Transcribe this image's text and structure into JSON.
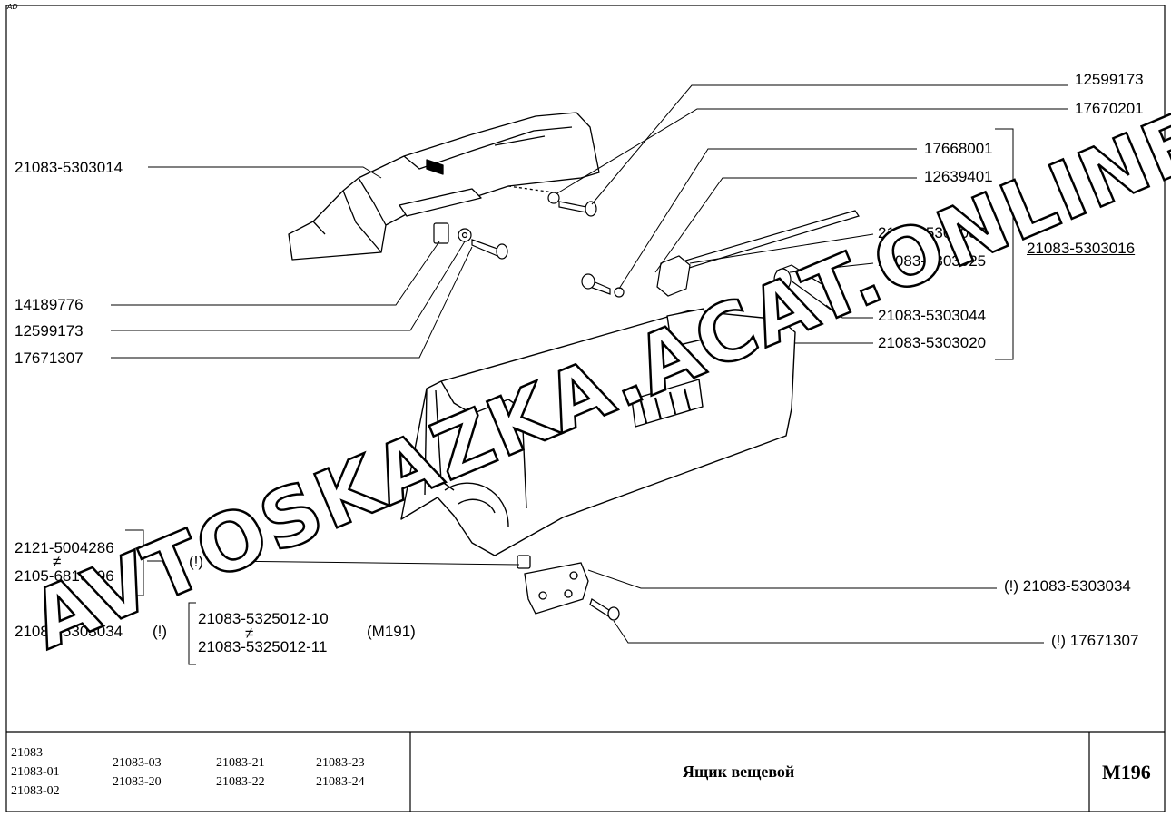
{
  "corner_mark": "AD",
  "watermark": "AVTOSKAZKA.ACAT.ONLINE",
  "callouts": {
    "p12599173_top": "12599173",
    "p17670201": "17670201",
    "p17668001": "17668001",
    "p12639401": "12639401",
    "p21083_5303056": "21083-5303056",
    "p21083_5303025": "21083-5303025",
    "p21083_5303016": "21083-5303016",
    "p21083_5303044": "21083-5303044",
    "p21083_5303020": "21083-5303020",
    "p21083_5303014": "21083-5303014",
    "p14189776": "14189776",
    "p12599173_left": "12599173",
    "p17671307_left": "17671307",
    "p2121_5004286": "2121-5004286",
    "p2105_6816096": "2105-6816096",
    "excl_mark": "(!)",
    "p21083_5303034_right": "(!) 21083-5303034",
    "p17671307_right": "(!) 17671307",
    "p21083_5303034_left": "21083-5303034",
    "excl_left": "(!)",
    "p21083_5325012_10": "21083-5325012-10",
    "p21083_5325012_11": "21083-5325012-11",
    "m191": "(M191)",
    "neq1": "≠",
    "neq2": "≠"
  },
  "title_block": {
    "models_col1": [
      "21083",
      "21083-01",
      "21083-02"
    ],
    "models_col2": [
      "21083-03",
      "21083-20"
    ],
    "models_col3": [
      "21083-21",
      "21083-22"
    ],
    "models_col4": [
      "21083-23",
      "21083-24"
    ],
    "title": "Ящик вещевой",
    "code": "M196"
  }
}
